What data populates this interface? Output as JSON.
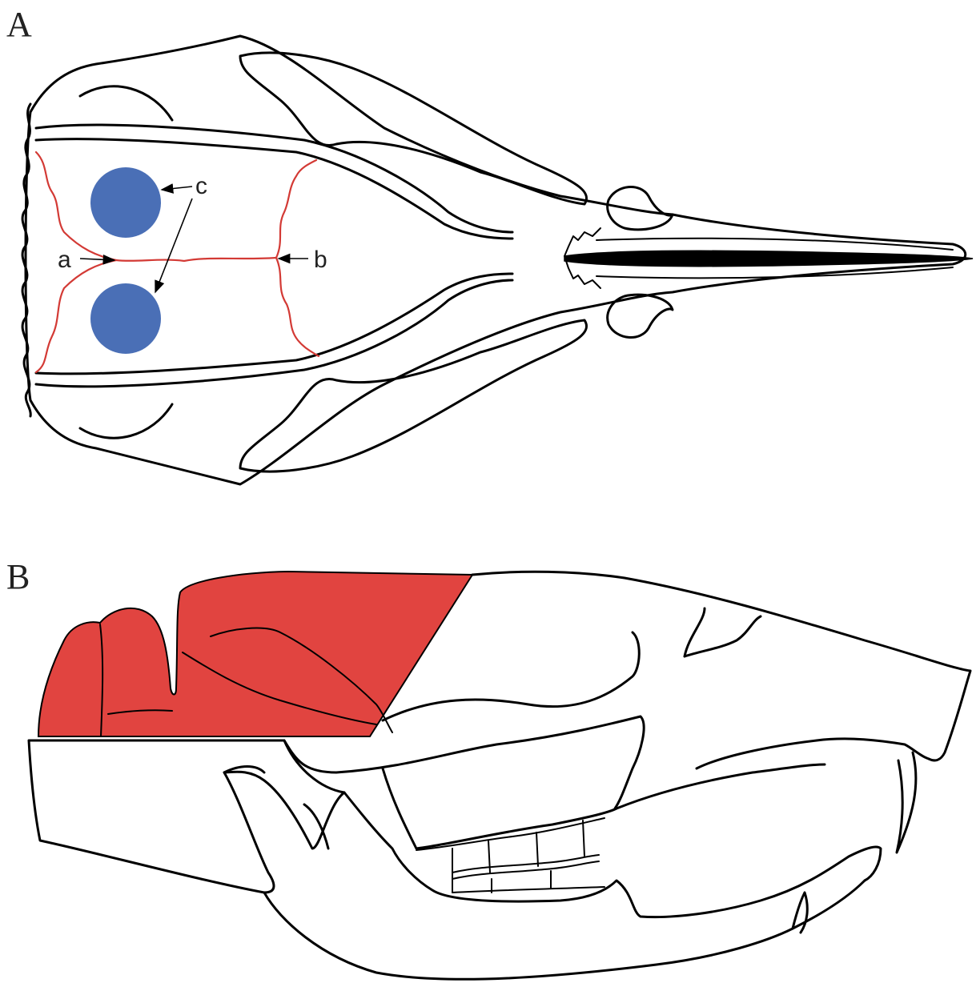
{
  "panels": {
    "a": {
      "letter": "A"
    },
    "b": {
      "letter": "B"
    }
  },
  "callouts": {
    "a": "a",
    "b": "b",
    "c": "c"
  },
  "colors": {
    "suture": "#d33a35",
    "spot": "#4a6fb6",
    "region": "#e14440",
    "outline": "#000000"
  }
}
